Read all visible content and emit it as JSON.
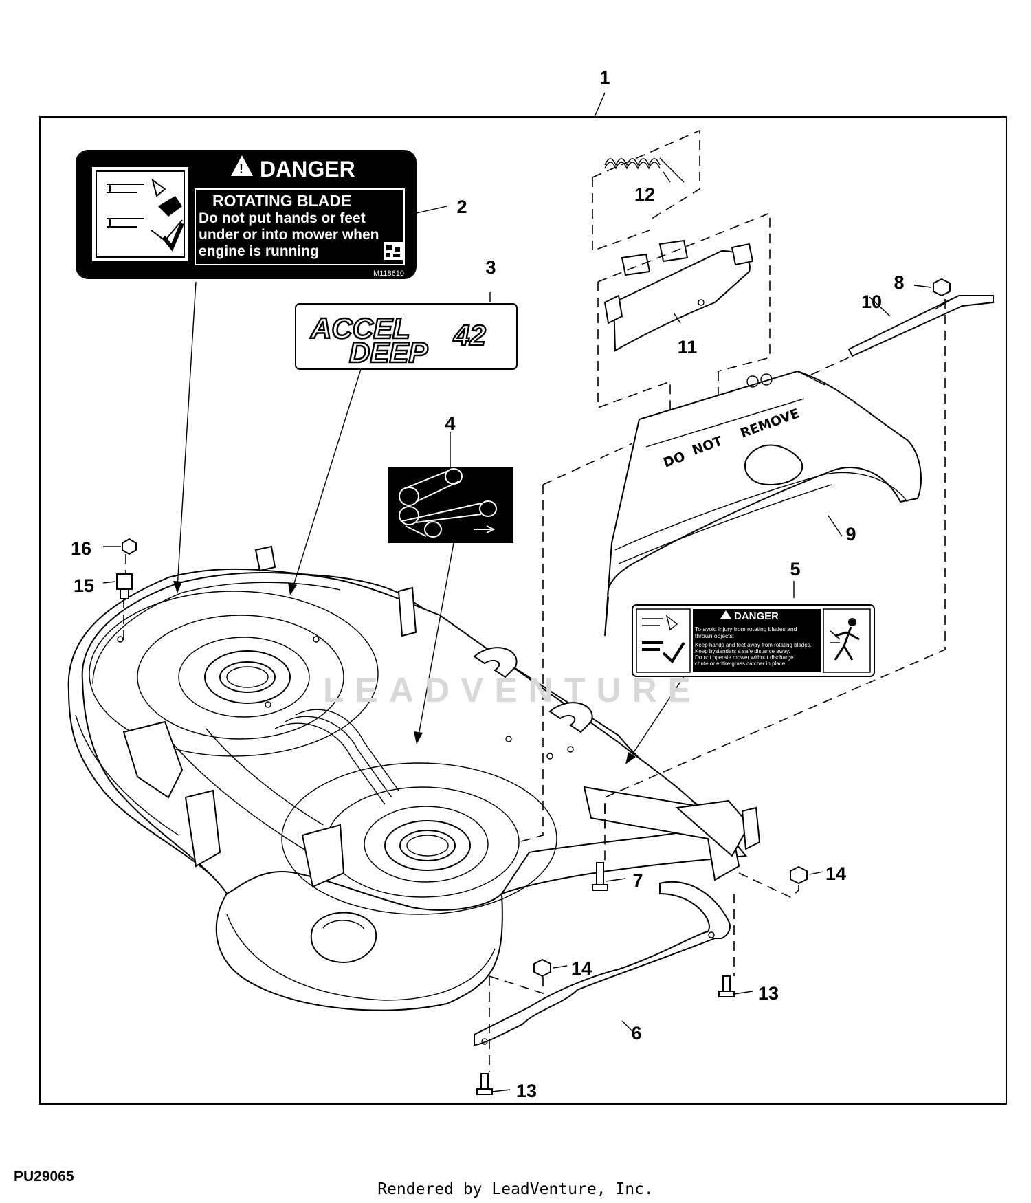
{
  "figure_id": "PU29065",
  "credit": "Rendered by LeadVenture, Inc.",
  "watermark": "LEADVENTURE",
  "callouts": [
    "1",
    "2",
    "3",
    "4",
    "5",
    "6",
    "7",
    "8",
    "9",
    "10",
    "11",
    "12",
    "13",
    "13",
    "14",
    "14",
    "15",
    "16"
  ],
  "decal_2": {
    "heading": "DANGER",
    "line1": "ROTATING BLADE",
    "line2": "Do not put hands or feet",
    "line3": "under or into mower when",
    "line4": "engine is running",
    "part_number": "M118610"
  },
  "decal_3": {
    "line1": "ACCEL",
    "line2": "DEEP",
    "size": "42"
  },
  "decal_5": {
    "heading": "DANGER",
    "line1": "To avoid injury from rotating blades and",
    "line2": "thrown objects:",
    "line3": "Keep hands and feet away from rotating blades.",
    "line4": "Keep bystanders a safe distance away.",
    "line5": "Do not operate mower without discharge",
    "line6": "chute or entire grass catcher in place."
  },
  "chute_stencil": {
    "word1": "DO",
    "word2": "NOT",
    "word3": "REMOVE"
  }
}
